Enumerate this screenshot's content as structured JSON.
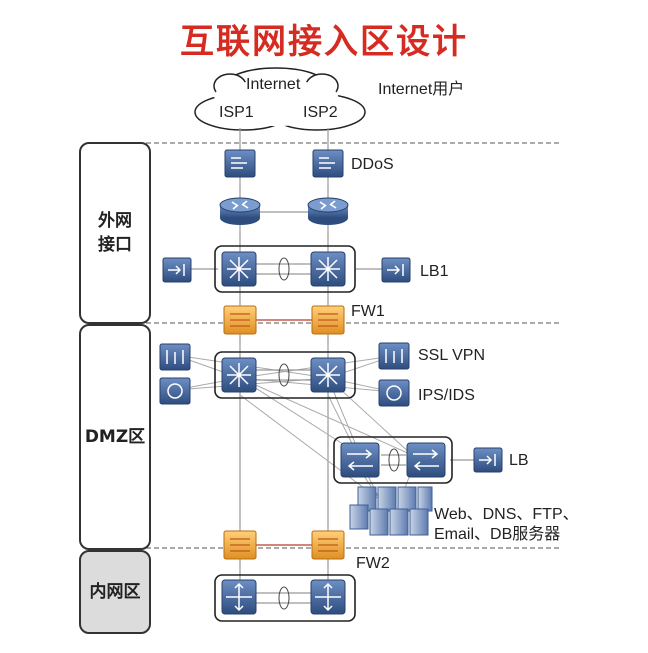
{
  "title": "互联网接入区设计",
  "cloud": {
    "internet": "Internet",
    "isp1": "ISP1",
    "isp2": "ISP2"
  },
  "internet_user_label": "Internet用户",
  "zones": {
    "external": "外网\n接口",
    "dmz": "DMZ区",
    "internal": "内网区"
  },
  "device_labels": {
    "ddos": "DDoS",
    "lb1": "LB1",
    "fw1": "FW1",
    "ssl_vpn": "SSL VPN",
    "ips_ids": "IPS/IDS",
    "lb": "LB",
    "servers_line1": "Web、DNS、FTP、",
    "servers_line2": "Email、DB服务器",
    "fw2": "FW2"
  },
  "colors": {
    "title": "#d62b20",
    "device_blue": "#3d5f95",
    "firewall_orange": "#f2a640",
    "zone_shade": "#dcdcdc"
  }
}
